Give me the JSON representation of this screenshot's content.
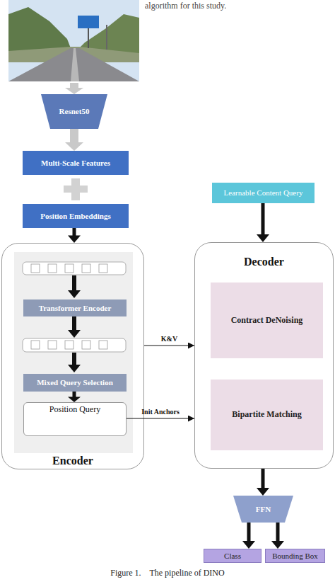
{
  "diagram": {
    "caption": "Figure 1.    The pipeline of DINO",
    "nodes": [
      {
        "text": [
          "Resnet50"
        ]
      },
      {
        "text": [
          "Multi-Scale Features"
        ]
      },
      {
        "text": [
          "Position Embeddings"
        ]
      },
      {
        "text": [
          "Encoder"
        ]
      },
      {
        "text": [
          "Transformer Encoder"
        ],
        "in": 3
      },
      {
        "text": [
          "Mixed Query Selection"
        ],
        "in": 3
      },
      {
        "text": [
          "Position Query"
        ],
        "in": 3
      },
      {
        "text": [
          "Learnable Content Query"
        ]
      },
      {
        "text": [
          "Decoder"
        ]
      },
      {
        "text": [
          "Contract DeNoising"
        ],
        "in": 8
      },
      {
        "text": [
          "Bipartite Matching"
        ],
        "in": 8
      },
      {
        "text": [
          "FFN"
        ]
      },
      {
        "text": [
          "Class"
        ]
      },
      {
        "text": [
          "Bounding Box"
        ]
      }
    ],
    "edges": [
      {
        "from": 0,
        "to": 1,
        "arrow": "to"
      },
      {
        "from": 2,
        "to": 3,
        "arrow": "to"
      },
      {
        "from": 5,
        "to": 6,
        "arrow": "to"
      },
      {
        "from": 3,
        "to": 8,
        "label": "K&V",
        "arrow": "to"
      },
      {
        "from": 6,
        "to": 8,
        "label": "Init Anchors",
        "arrow": "to"
      },
      {
        "from": 7,
        "to": 8,
        "arrow": "to"
      },
      {
        "from": 8,
        "to": 11,
        "arrow": "to"
      },
      {
        "from": 11,
        "to": 12,
        "arrow": "to"
      },
      {
        "from": 11,
        "to": 13,
        "arrow": "to"
      }
    ],
    "labels": [
      "algorithm for this study."
    ]
  }
}
